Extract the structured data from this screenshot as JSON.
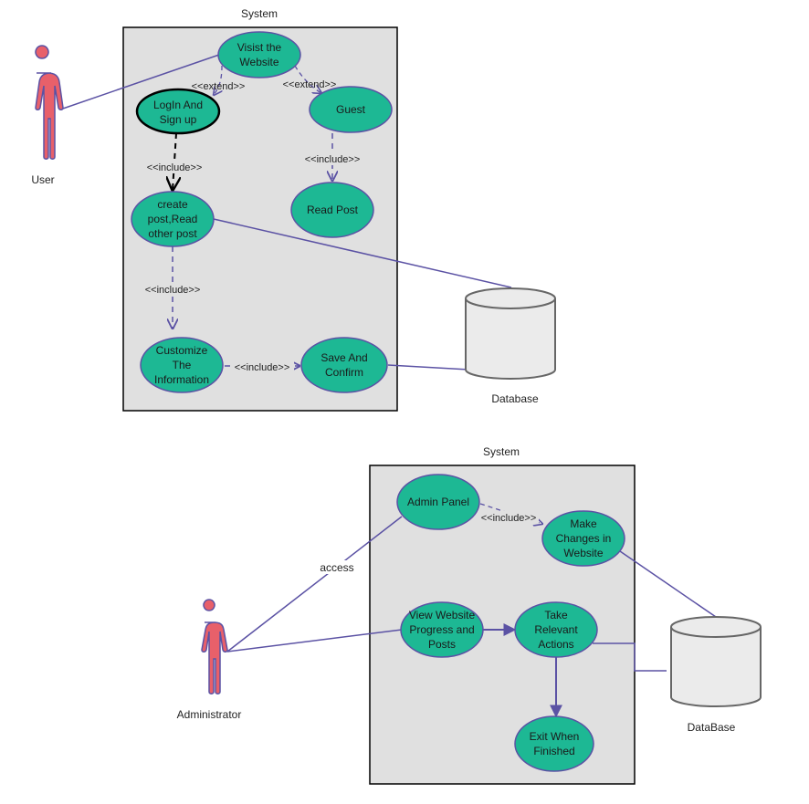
{
  "colors": {
    "usecase_fill": "#1db894",
    "usecase_stroke": "#5b52a4",
    "actor_fill": "#e8606a",
    "actor_stroke": "#5b52a4",
    "line": "#5b52a4",
    "system_fill": "#e0e0e0",
    "system_stroke": "#000000",
    "db_fill": "#ebebeb",
    "db_stroke": "#666666"
  },
  "diagram1": {
    "system_title": "System",
    "actor": "User",
    "database": "Database",
    "usecases": {
      "visit": [
        "Visist the",
        "Website"
      ],
      "login": [
        "LogIn And",
        "Sign up"
      ],
      "guest": [
        "Guest"
      ],
      "read": [
        "Read Post"
      ],
      "create": [
        "create",
        "post,Read",
        "other post"
      ],
      "customize": [
        "Customize",
        "The",
        "Information"
      ],
      "save": [
        "Save And",
        "Confirm"
      ]
    },
    "relations": {
      "extend_login": "<<extend>>",
      "extend_guest": "<<extend>>",
      "include_create": "<<include>>",
      "include_read": "<<include>>",
      "include_customize": "<<include>>",
      "include_save": "<<include>>"
    }
  },
  "diagram2": {
    "system_title": "System",
    "actor": "Administrator",
    "database": "DataBase",
    "usecases": {
      "admin": [
        "Admin Panel"
      ],
      "changes": [
        "Make",
        "Changes in",
        "Website"
      ],
      "view": [
        "View Website",
        "Progress and",
        "Posts"
      ],
      "take": [
        "Take",
        "Relevant",
        "Actions"
      ],
      "exit": [
        "Exit When",
        "Finished"
      ]
    },
    "relations": {
      "include_changes": "<<include>>",
      "access": "access"
    }
  }
}
